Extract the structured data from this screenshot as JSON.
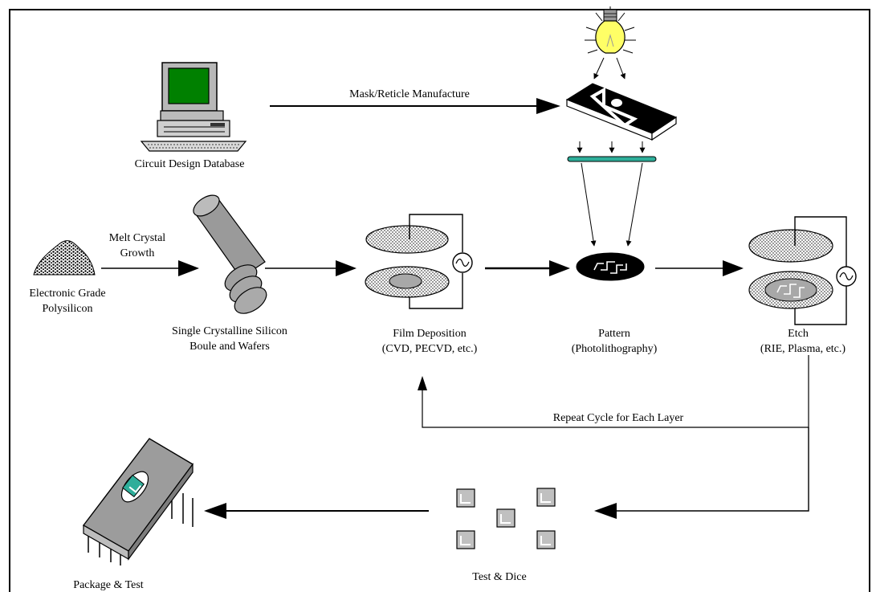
{
  "diagram": {
    "nodes": {
      "circuit_design": "Circuit Design Database",
      "polysilicon_line1": "Electronic Grade",
      "polysilicon_line2": "Polysilicon",
      "boule_line1": "Single Crystalline Silicon",
      "boule_line2": "Boule and Wafers",
      "film_line1": "Film Deposition",
      "film_line2": "(CVD, PECVD, etc.)",
      "pattern_line1": "Pattern",
      "pattern_line2": "(Photolithography)",
      "etch_line1": "Etch",
      "etch_line2": "(RIE, Plasma, etc.)",
      "test_dice": "Test & Dice",
      "package_test": "Package & Test"
    },
    "edges": {
      "mask_manufacture": "Mask/Reticle Manufacture",
      "melt_line1": "Melt Crystal",
      "melt_line2": "Growth",
      "repeat_cycle": "Repeat Cycle for Each Layer"
    },
    "colors": {
      "screen": "#008000",
      "mask_bar": "#2eae9a",
      "bulb": "#ffff66",
      "boule": "#9a9a9a",
      "chip_body": "#9c9c9c",
      "die": "#c0c0c0"
    },
    "icons": [
      "computer-icon",
      "lightbulb-icon",
      "photomask-icon",
      "polysilicon-pile-icon",
      "silicon-boule-icon",
      "deposition-chamber-icon",
      "wafer-icon",
      "etch-chamber-icon",
      "die-icon",
      "ic-package-icon"
    ]
  }
}
